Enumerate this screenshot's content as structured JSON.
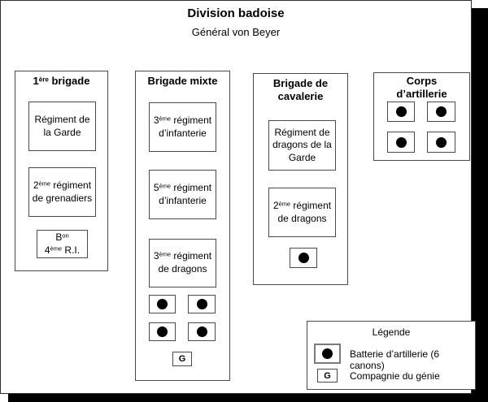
{
  "colors": {
    "ink": "#000000",
    "background": "#ffffff"
  },
  "page": {
    "title": "Division badoise",
    "subtitle": "Général von Beyer"
  },
  "brigade1": {
    "header": {
      "pre": "1",
      "sup": "ère",
      "post": " brigade"
    },
    "unit1": {
      "line1": "Régiment de",
      "line2": "la Garde"
    },
    "unit2": {
      "pre": "2",
      "sup": "ème",
      "post": " régiment",
      "line2": "de grenadiers"
    },
    "unit3": {
      "l1pre": "B",
      "l1sup": "on",
      "l2pre": "4",
      "l2sup": "ème",
      "l2post": " R.I."
    }
  },
  "brigade2": {
    "header": "Brigade mixte",
    "unit1": {
      "pre": "3",
      "sup": "ème",
      "post": " régiment",
      "line2": "d’infanterie"
    },
    "unit2": {
      "pre": "5",
      "sup": "ème",
      "post": " régiment",
      "line2": "d’infanterie"
    },
    "unit3": {
      "pre": "3",
      "sup": "ème",
      "post": " régiment",
      "line2": "de dragons"
    },
    "battery_count": 4,
    "genie_symbol": "G"
  },
  "brigade3": {
    "header": {
      "line1": "Brigade de",
      "line2": "cavalerie"
    },
    "unit1": {
      "line1": "Régiment de",
      "line2": "dragons de la",
      "line3": "Garde"
    },
    "unit2": {
      "pre": "2",
      "sup": "ème",
      "post": " régiment",
      "line2": "de dragons"
    },
    "battery_count": 1
  },
  "corps": {
    "header": {
      "line1": "Corps",
      "line2": "d’artillerie"
    },
    "battery_count": 4
  },
  "legend": {
    "title": "Légende",
    "battery_label": "Batterie d’artillerie (6 canons)",
    "genie_symbol": "G",
    "genie_label": "Compagnie du génie"
  }
}
